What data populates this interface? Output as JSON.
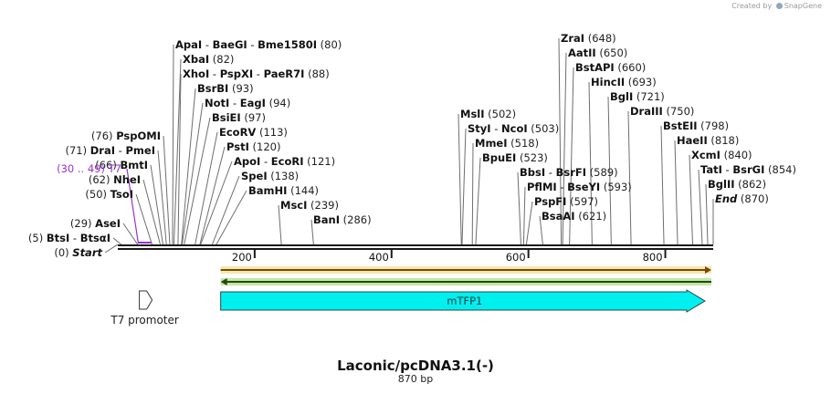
{
  "header": {
    "credit_prefix": "Created by",
    "credit_brand": "SnapGene"
  },
  "map": {
    "title": "Laconic/pcDNA3.1(-)",
    "length_label": "870 bp",
    "length": 870,
    "ticks": [
      200,
      400,
      600,
      800
    ],
    "colors": {
      "backbone": "#1a1a1a",
      "feature_line": "#6e6e6e",
      "enzyme_text": "#111111",
      "position_text": "#222222",
      "primer_label": "#9b30d0",
      "mtfp1_fill": "#00f0f0",
      "orange_arrow": "#f0a000",
      "green_arrow": "#70c030"
    }
  },
  "enzyme_sites": [
    {
      "row": 0,
      "names": [
        "ApaI",
        "BaeGI",
        "Bme1580I"
      ],
      "position": "(80)",
      "site": 80
    },
    {
      "row": 1,
      "names": [
        "XbaI"
      ],
      "position": "(82)",
      "site": 82
    },
    {
      "row": 2,
      "names": [
        "XhoI",
        "PspXI",
        "PaeR7I"
      ],
      "position": "(88)",
      "site": 88
    },
    {
      "row": 3,
      "names": [
        "BsrBI"
      ],
      "position": "(93)",
      "site": 93
    },
    {
      "row": 4,
      "names": [
        "NotI",
        "EagI"
      ],
      "position": "(94)",
      "site": 94
    },
    {
      "row": 5,
      "names": [
        "BsiEI"
      ],
      "position": "(97)",
      "site": 97
    },
    {
      "row": 6,
      "names": [
        "EcoRV"
      ],
      "position": "(113)",
      "site": 113
    },
    {
      "row": 7,
      "names": [
        "PstI"
      ],
      "position": "(120)",
      "site": 120
    },
    {
      "row": 8,
      "names": [
        "ApoI",
        "EcoRI"
      ],
      "position": "(121)",
      "site": 121
    },
    {
      "row": 9,
      "names": [
        "SpeI"
      ],
      "position": "(138)",
      "site": 138
    },
    {
      "row": 10,
      "names": [
        "BamHI"
      ],
      "position": "(144)",
      "site": 144
    },
    {
      "row": 11,
      "names": [
        "MscI"
      ],
      "position": "(239)",
      "site": 239
    },
    {
      "row": 12,
      "names": [
        "BanI"
      ],
      "position": "(286)",
      "site": 286
    }
  ],
  "left_labels": [
    {
      "row": 3,
      "position": "(76)",
      "names": [
        "PspOMI"
      ],
      "site": 76
    },
    {
      "row": 4,
      "position": "(71)",
      "names": [
        "DraI",
        "PmeI"
      ],
      "site": 71
    },
    {
      "row": 5,
      "position": "(66)",
      "names": [
        "BmtI"
      ],
      "site": 66
    },
    {
      "row": 6,
      "position": "(62)",
      "names": [
        "NheI"
      ],
      "site": 62
    },
    {
      "row": 7,
      "position": "(50)",
      "names": [
        "TsoI"
      ],
      "site": 50
    },
    {
      "row": 9,
      "position": "(29)",
      "names": [
        "AseI"
      ],
      "site": 29
    },
    {
      "row": 10,
      "position": "(5)",
      "names": [
        "BtsI",
        "BtsαI"
      ],
      "site": 5
    },
    {
      "row": 11,
      "position": "(0)",
      "names": [
        "Start"
      ],
      "site": 0,
      "italic": true
    }
  ],
  "primer": {
    "range": "(30 .. 49)",
    "name": "T7",
    "start": 30,
    "end": 49
  },
  "right_sites": [
    {
      "col": "A",
      "row": 0,
      "names": [
        "ZraI"
      ],
      "position": "(648)",
      "site": 648
    },
    {
      "col": "A",
      "row": 1,
      "names": [
        "AatII"
      ],
      "position": "(650)",
      "site": 650
    },
    {
      "col": "A",
      "row": 2,
      "names": [
        "BstAPI"
      ],
      "position": "(660)",
      "site": 660
    },
    {
      "col": "A",
      "row": 3,
      "names": [
        "HincII"
      ],
      "position": "(693)",
      "site": 693
    },
    {
      "col": "A",
      "row": 4,
      "names": [
        "BglI"
      ],
      "position": "(721)",
      "site": 721
    },
    {
      "col": "A",
      "row": 5,
      "names": [
        "DraIII"
      ],
      "position": "(750)",
      "site": 750
    },
    {
      "col": "A",
      "row": 6,
      "names": [
        "BstEII"
      ],
      "position": "(798)",
      "site": 798
    },
    {
      "col": "A",
      "row": 7,
      "names": [
        "HaeII"
      ],
      "position": "(818)",
      "site": 818
    },
    {
      "col": "A",
      "row": 8,
      "names": [
        "XcmI"
      ],
      "position": "(840)",
      "site": 840
    },
    {
      "col": "A",
      "row": 9,
      "names": [
        "TatI",
        "BsrGI"
      ],
      "position": "(854)",
      "site": 854
    },
    {
      "col": "A",
      "row": 10,
      "names": [
        "BglII"
      ],
      "position": "(862)",
      "site": 862
    },
    {
      "col": "A",
      "row": 11,
      "names": [
        "End"
      ],
      "position": "(870)",
      "site": 870,
      "italic": true
    },
    {
      "col": "B",
      "row": 0,
      "names": [
        "MslI"
      ],
      "position": "(502)",
      "site": 502
    },
    {
      "col": "B",
      "row": 1,
      "names": [
        "StyI",
        "NcoI"
      ],
      "position": "(503)",
      "site": 503
    },
    {
      "col": "B",
      "row": 2,
      "names": [
        "MmeI"
      ],
      "position": "(518)",
      "site": 518
    },
    {
      "col": "B",
      "row": 3,
      "names": [
        "BpuEI"
      ],
      "position": "(523)",
      "site": 523
    },
    {
      "col": "B",
      "row": 4,
      "names": [
        "BbsI",
        "BsrFI"
      ],
      "position": "(589)",
      "site": 589
    },
    {
      "col": "B",
      "row": 5,
      "names": [
        "PflMI",
        "BseYI"
      ],
      "position": "(593)",
      "site": 593
    },
    {
      "col": "B",
      "row": 6,
      "names": [
        "PspFI"
      ],
      "position": "(597)",
      "site": 597
    },
    {
      "col": "B",
      "row": 7,
      "names": [
        "BsaAI"
      ],
      "position": "(621)",
      "site": 621
    }
  ],
  "features": [
    {
      "name": "T7 promoter",
      "start": 30,
      "end": 49,
      "kind": "promoter"
    },
    {
      "name": "mTFP1",
      "start": 153,
      "end": 858,
      "kind": "cds"
    },
    {
      "name": "",
      "start": 153,
      "end": 870,
      "kind": "orange-arrow"
    },
    {
      "name": "",
      "start": 153,
      "end": 870,
      "kind": "green-arrow"
    }
  ]
}
